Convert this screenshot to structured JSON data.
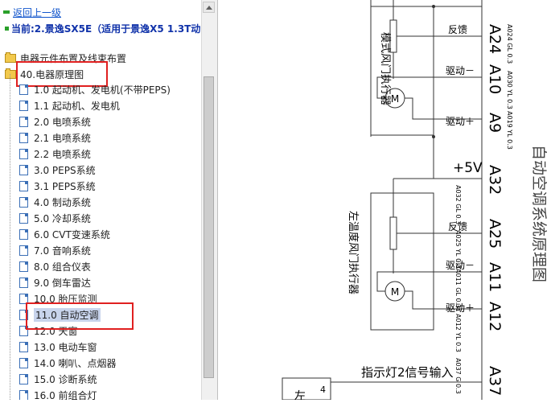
{
  "nav": {
    "back_label": "返回上一级",
    "current_label": "当前:2.景逸SX5E（适用于景逸X5 1.3T动"
  },
  "tree": {
    "folders": [
      {
        "label": "电器元件布置及线束布置"
      },
      {
        "label": "40.电器原理图"
      }
    ],
    "items": [
      {
        "label": "1.0 起动机、发电机(不带PEPS)"
      },
      {
        "label": "1.1 起动机、发电机"
      },
      {
        "label": "2.0 电喷系统"
      },
      {
        "label": "2.1 电喷系统"
      },
      {
        "label": "2.2 电喷系统"
      },
      {
        "label": "3.0 PEPS系统"
      },
      {
        "label": "3.1 PEPS系统"
      },
      {
        "label": "4.0 制动系统"
      },
      {
        "label": "5.0 冷却系统"
      },
      {
        "label": "6.0 CVT变速系统"
      },
      {
        "label": "7.0 音响系统"
      },
      {
        "label": "8.0 组合仪表"
      },
      {
        "label": "9.0 倒车雷达"
      },
      {
        "label": "10.0 胎压监测"
      },
      {
        "label": "11.0 自动空调"
      },
      {
        "label": "12.0 天窗"
      },
      {
        "label": "13.0 电动车窗"
      },
      {
        "label": "14.0 喇叭、点烟器"
      },
      {
        "label": "15.0 诊断系统"
      },
      {
        "label": "16.0 前组合灯"
      }
    ]
  },
  "diagram": {
    "title": "自动空调系统原理图",
    "actuator1": "模式风门执行器",
    "actuator2": "左温度风门执行器",
    "motor": "M",
    "signals": [
      "反馈",
      "驱动－",
      "驱动＋",
      "+5V",
      "反馈",
      "驱动－",
      "驱动＋"
    ],
    "pins": [
      "A24",
      "A10",
      "A9",
      "A32",
      "A25",
      "A11",
      "A12",
      "A37"
    ],
    "wires": [
      "A024 GL 0.3",
      "A030 YL 0.3",
      "A019 YL 0.3",
      "A032 GL 0.3",
      "A025 YL 0.3",
      "A011 GL 0.3",
      "A012 YL 0.3",
      "A037 G 0.3"
    ],
    "indicator": "指示灯2信号输入",
    "bottom_num": "4",
    "bottom_text": "左"
  },
  "colors": {
    "link": "#1155cc",
    "current": "#1133aa",
    "highlight": "#e02020",
    "selection": "#c8d4ec"
  }
}
